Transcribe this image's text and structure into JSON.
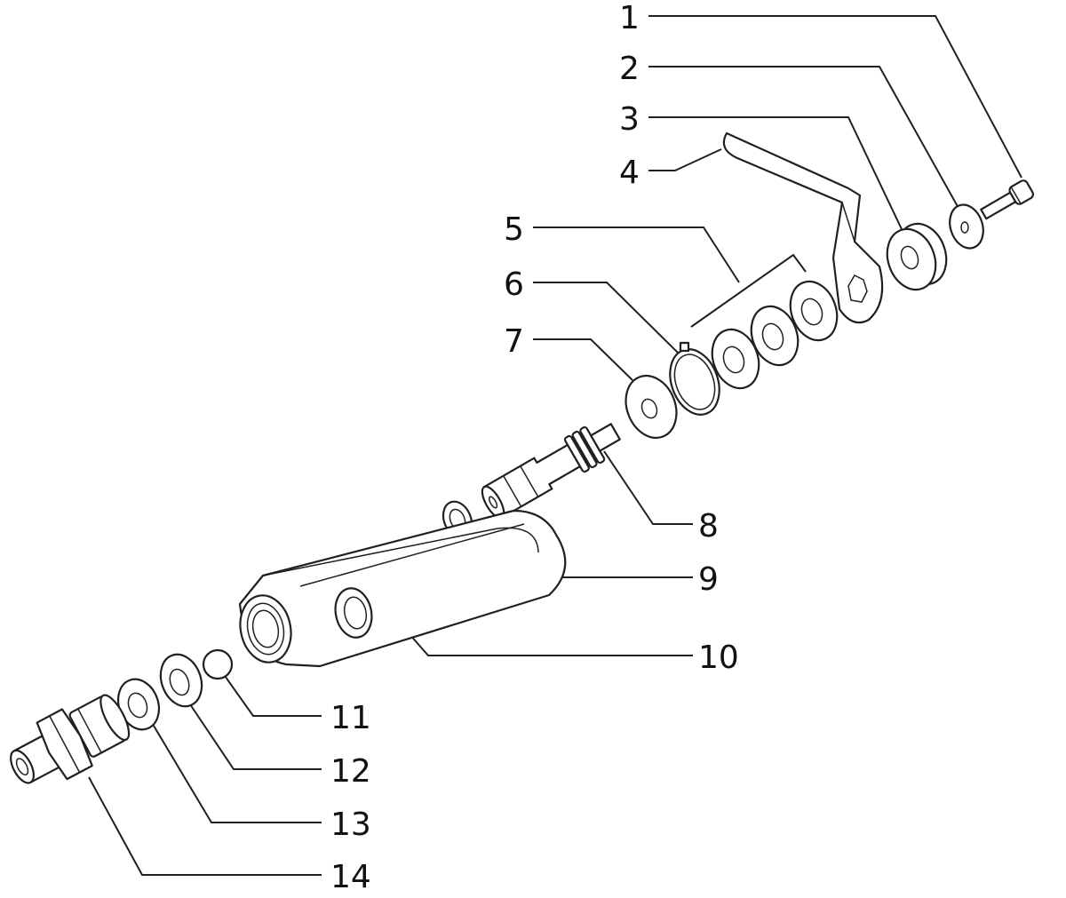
{
  "callouts": [
    {
      "id": 1,
      "label": "1"
    },
    {
      "id": 2,
      "label": "2"
    },
    {
      "id": 3,
      "label": "3"
    },
    {
      "id": 4,
      "label": "4"
    },
    {
      "id": 5,
      "label": "5"
    },
    {
      "id": 6,
      "label": "6"
    },
    {
      "id": 7,
      "label": "7"
    },
    {
      "id": 8,
      "label": "8"
    },
    {
      "id": 9,
      "label": "9"
    },
    {
      "id": 10,
      "label": "10"
    },
    {
      "id": 11,
      "label": "11"
    },
    {
      "id": 12,
      "label": "12"
    },
    {
      "id": 13,
      "label": "13"
    },
    {
      "id": 14,
      "label": "14"
    }
  ],
  "colors": {
    "line": "#231f20",
    "background": "#ffffff"
  }
}
